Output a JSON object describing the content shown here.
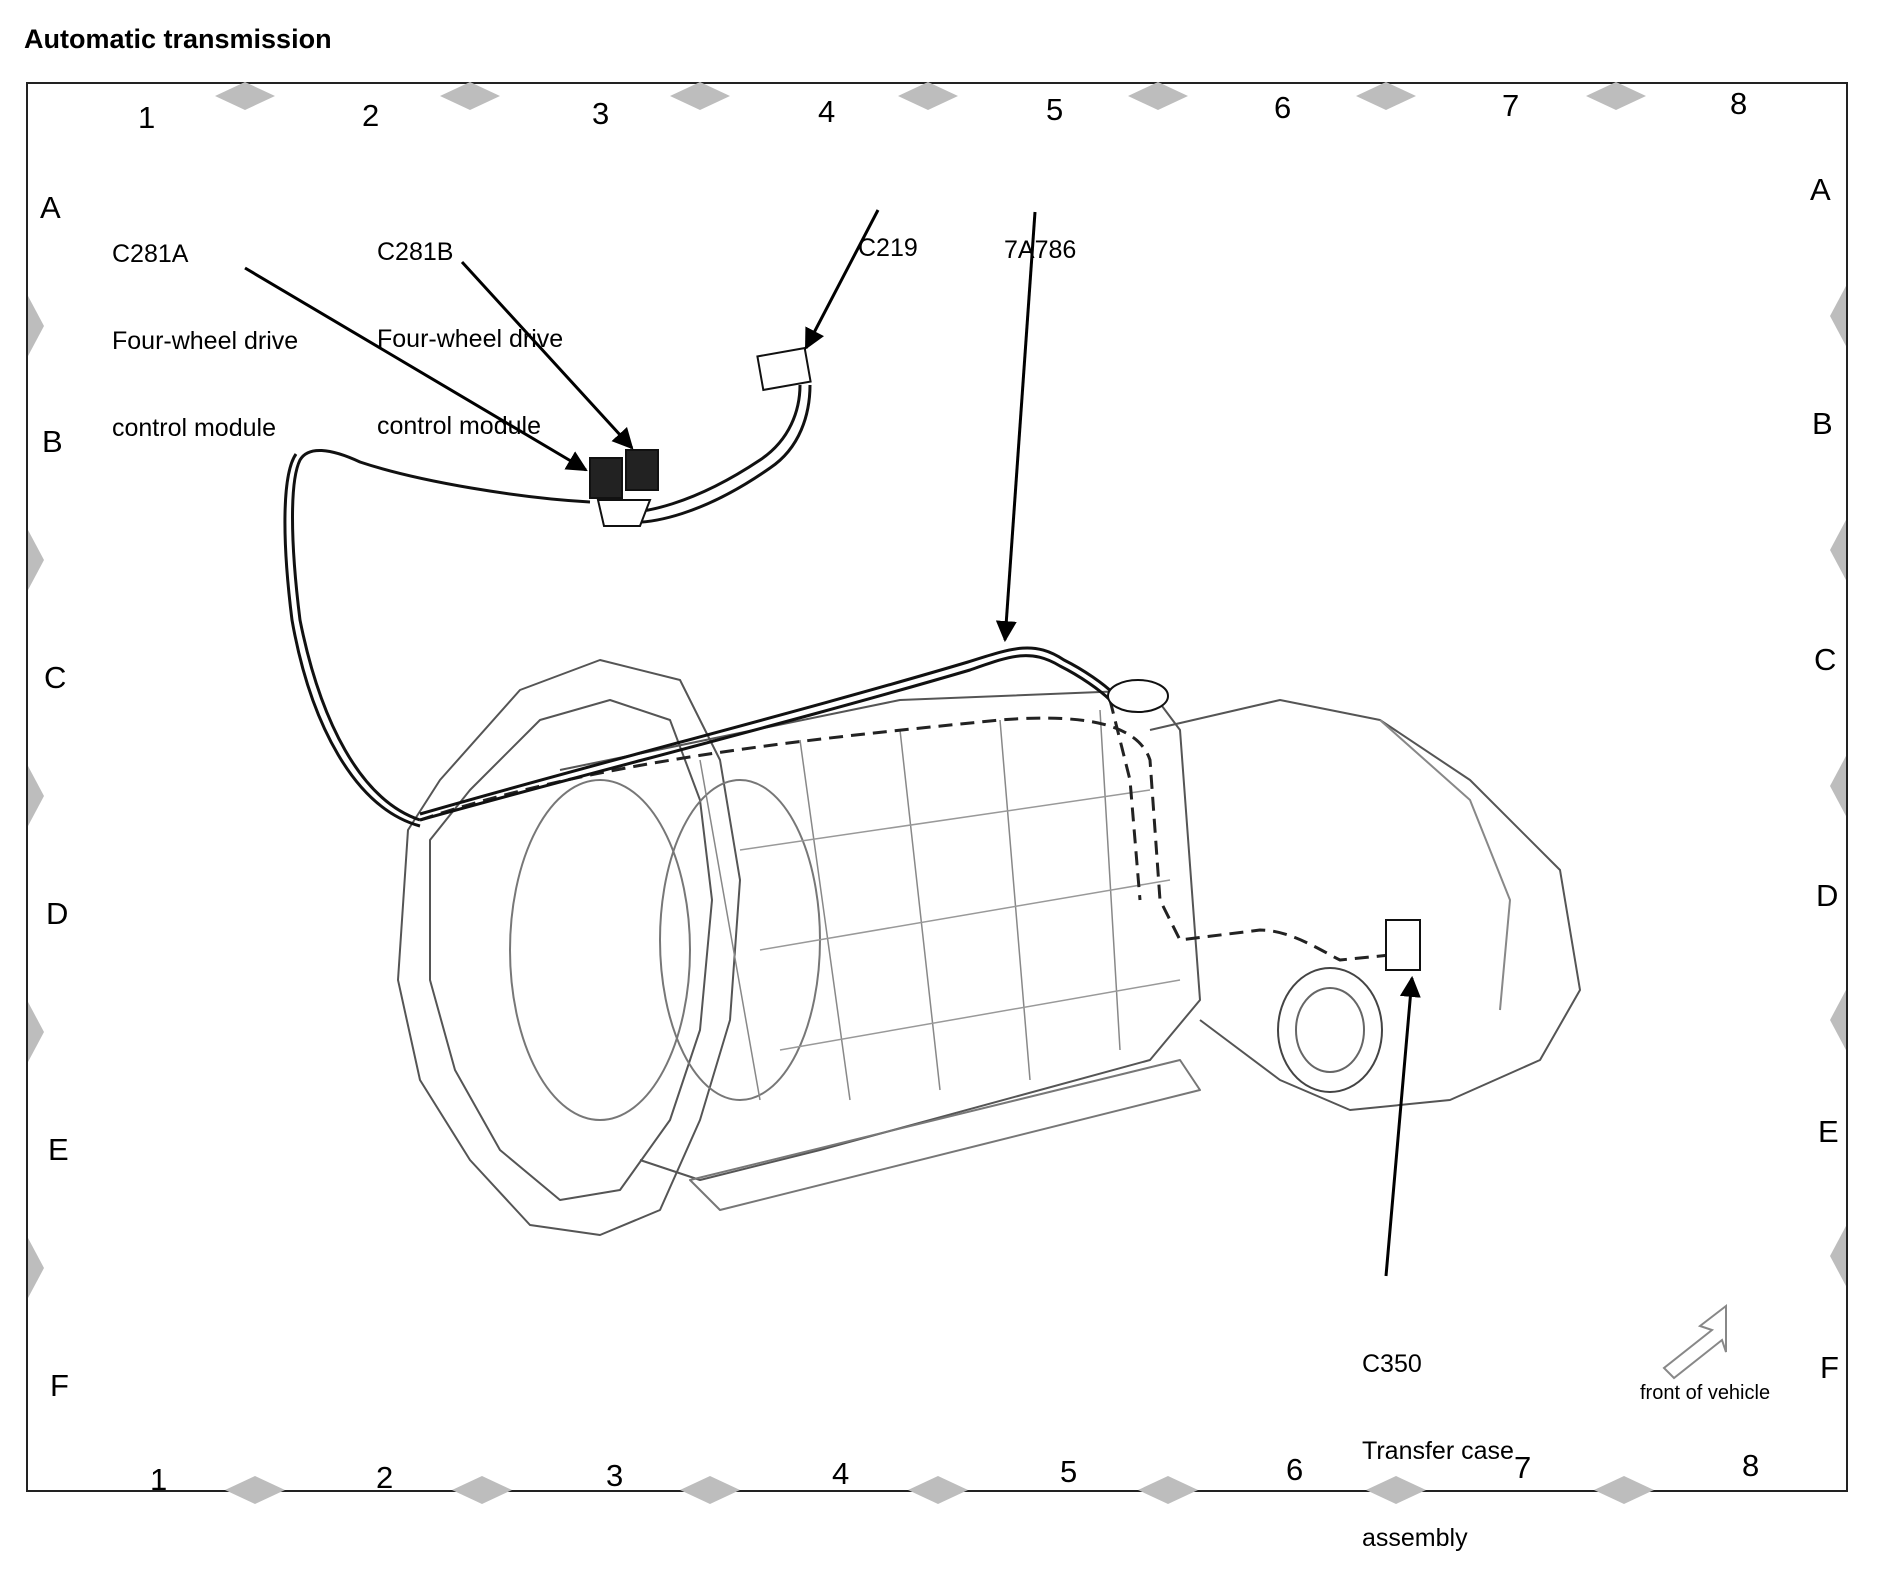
{
  "title": "Automatic transmission",
  "grid": {
    "columns": [
      "1",
      "2",
      "3",
      "4",
      "5",
      "6",
      "7",
      "8"
    ],
    "rows": [
      "A",
      "B",
      "C",
      "D",
      "E",
      "F"
    ]
  },
  "callouts": {
    "c281a": {
      "code": "C281A",
      "desc1": "Four-wheel drive",
      "desc2": "control module"
    },
    "c281b": {
      "code": "C281B",
      "desc1": "Four-wheel drive",
      "desc2": "control module"
    },
    "c219": {
      "code": "C219"
    },
    "harness": {
      "code": "7A786"
    },
    "c350": {
      "code": "C350",
      "desc1": "Transfer case",
      "desc2": "assembly"
    }
  },
  "direction_label": "front of vehicle"
}
